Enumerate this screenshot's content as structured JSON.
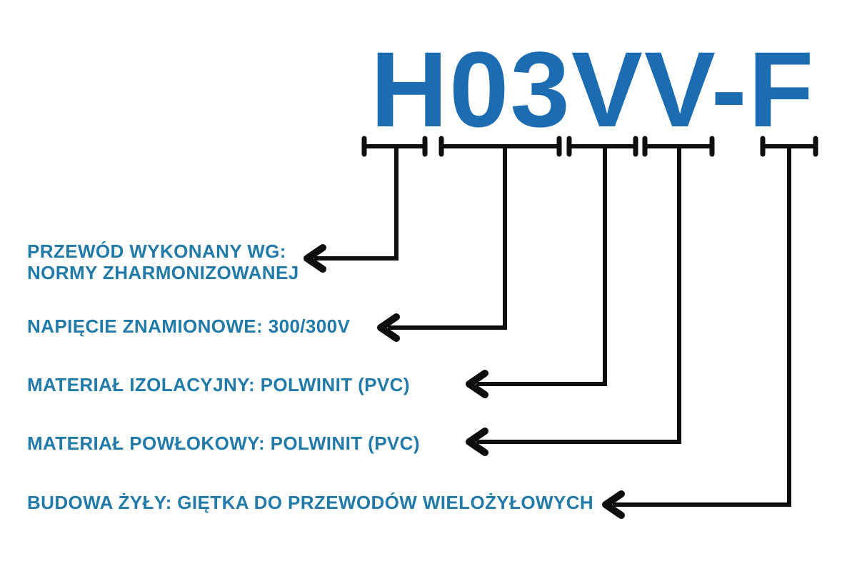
{
  "colors": {
    "background": "#ffffff",
    "title_color": "#1b6cb0",
    "label_color": "#217aa8",
    "line_color": "#0e0e0e"
  },
  "title": {
    "text": "H03VV-F"
  },
  "diagram": {
    "code_segments": [
      "H",
      "03",
      "V",
      "V",
      "F"
    ],
    "labels": [
      {
        "id": "harmonized-standard",
        "lines": [
          "PRZEWÓD WYKONANY WG:",
          "NORMY ZHARMONIZOWANEJ"
        ]
      },
      {
        "id": "rated-voltage",
        "lines": [
          "NAPIĘCIE ZNAMIONOWE: 300/300V"
        ]
      },
      {
        "id": "insulation-material",
        "lines": [
          "MATERIAŁ IZOLACYJNY: POLWINIT (PVC)"
        ]
      },
      {
        "id": "sheath-material",
        "lines": [
          "MATERIAŁ POWŁOKOWY: POLWINIT (PVC)"
        ]
      },
      {
        "id": "core-construction",
        "lines": [
          "BUDOWA ŻYŁY: GIĘTKA DO PRZEWODÓW WIELOŻYŁOWYCH"
        ]
      }
    ]
  }
}
